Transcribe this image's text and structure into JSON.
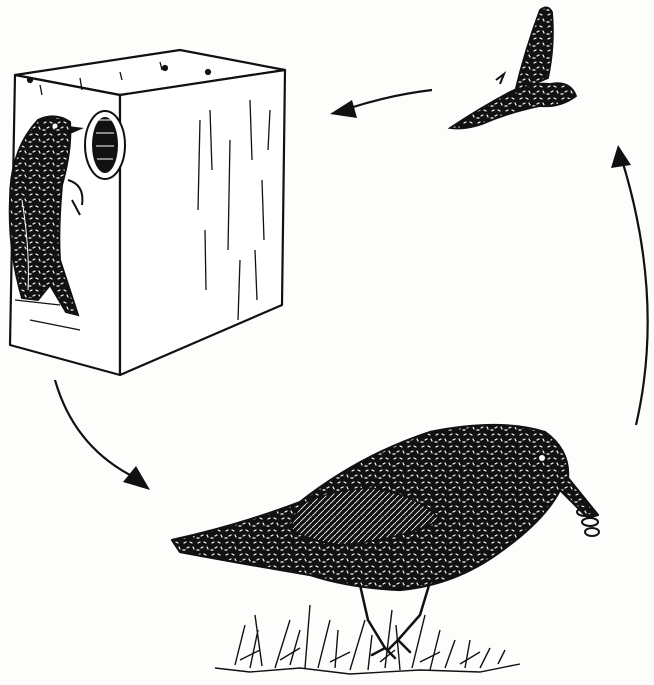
{
  "diagram": {
    "stages": [
      {
        "id": "nest-box",
        "icon": "birdhouse-with-starling-icon"
      },
      {
        "id": "foraging",
        "icon": "starling-feeding-on-ground-icon"
      },
      {
        "id": "flight",
        "icon": "flying-starling-icon"
      }
    ],
    "arrows": [
      {
        "from": "nest-box",
        "to": "foraging",
        "icon": "curved-arrow-down-icon"
      },
      {
        "from": "foraging",
        "to": "flight",
        "icon": "curved-arrow-up-icon"
      },
      {
        "from": "flight",
        "to": "nest-box",
        "icon": "arrow-left-icon"
      }
    ],
    "colors": {
      "ink": "#111111",
      "paper": "#fdfdfb"
    }
  }
}
